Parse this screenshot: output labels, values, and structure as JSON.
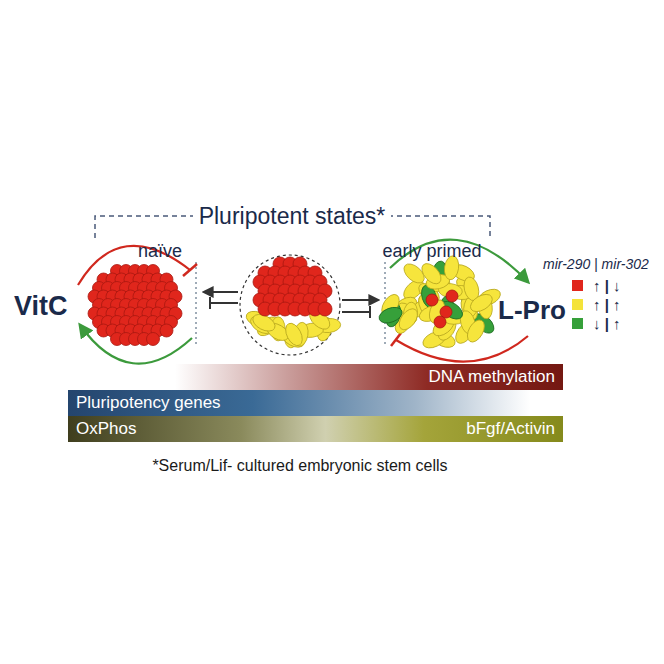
{
  "diagram": {
    "title": "Pluripotent states*",
    "caption": "*Serum/Lif- cultured embryonic stem cells",
    "nodes": [
      {
        "text": [
          "DNA methylation"
        ]
      },
      {
        "text": [
          "Pluripotency genes"
        ]
      },
      {
        "text": [
          "OxPhos",
          "bFgf/Activin"
        ]
      }
    ],
    "labels": [
      "naïve",
      "early primed",
      "VitC",
      "L-Pro",
      "mir-290 | mir-302"
    ],
    "legend": [
      {
        "text": "↑ | ↓",
        "color": "#e0261c"
      },
      {
        "text": "↑ | ↑",
        "color": "#f4e33a"
      },
      {
        "text": "↓ | ↑",
        "color": "#36a03a"
      }
    ]
  }
}
